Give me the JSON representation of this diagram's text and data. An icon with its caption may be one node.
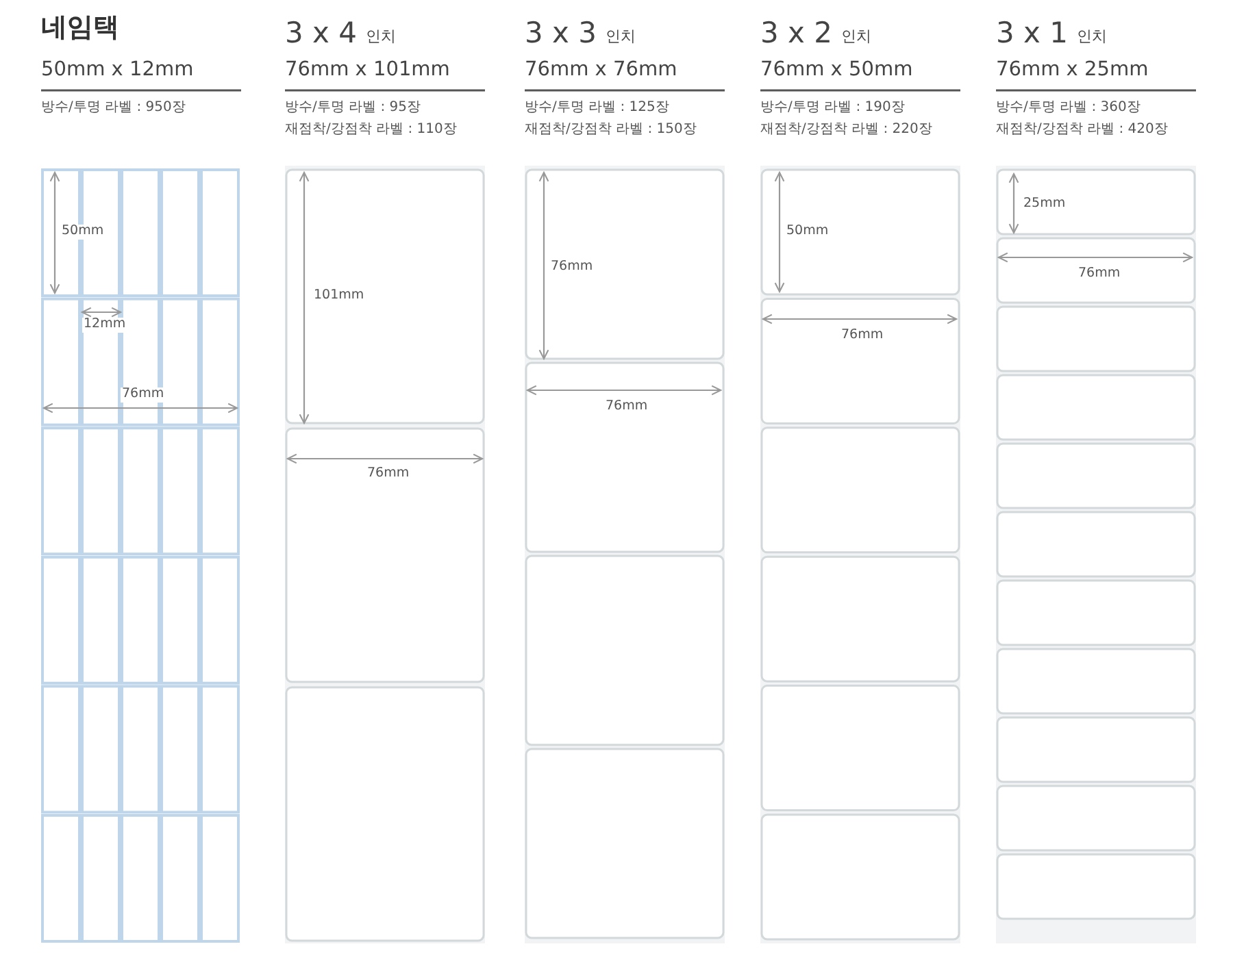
{
  "diagram": {
    "labels": [
      "네임택",
      "50mm x 12mm",
      "방수/투명 라벨 : 950장",
      "3 x 4",
      "인치",
      "76mm x 101mm",
      "방수/투명 라벨 : 95장",
      "재점착/강점착 라벨 : 110장",
      "3 x 3",
      "인치",
      "76mm x 76mm",
      "방수/투명 라벨 : 125장",
      "재점착/강점착 라벨 : 150장",
      "3 x 2",
      "인치",
      "76mm x 50mm",
      "방수/투명 라벨 : 190장",
      "재점착/강점착 라벨 : 220장",
      "3 x 1",
      "인치",
      "76mm x 25mm",
      "방수/투명 라벨 : 360장",
      "재점착/강점착 라벨 : 420장",
      "50mm",
      "12mm",
      "76mm",
      "101mm",
      "76mm",
      "76mm",
      "76mm",
      "50mm",
      "76mm",
      "25mm",
      "76mm"
    ]
  }
}
